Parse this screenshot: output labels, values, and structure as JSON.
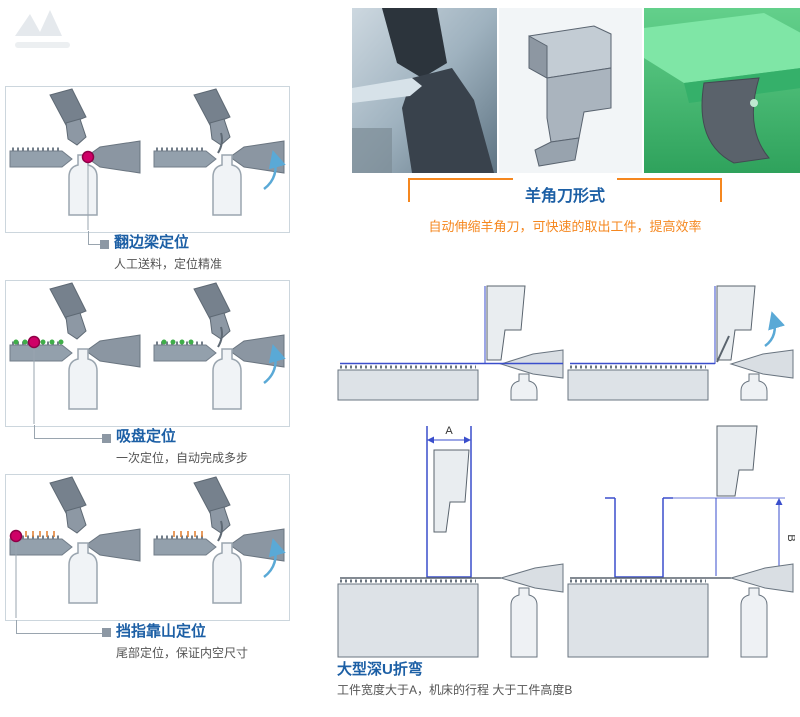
{
  "tool_section": {
    "title": "羊角刀形式",
    "description": "自动伸缩羊角刀，可快速的取出工件，提高效率"
  },
  "positioning_sections": [
    {
      "title": "翻边梁定位",
      "desc": "人工送料，定位精准"
    },
    {
      "title": "吸盘定位",
      "desc": "一次定位，自动完成多步"
    },
    {
      "title": "挡指靠山定位",
      "desc": "尾部定位，保证内空尺寸"
    }
  ],
  "deep_u_section": {
    "title": "大型深U折弯",
    "desc": "工件宽度大于A，机床的行程 大于工件高度B"
  },
  "dimensions": {
    "width_label": "A",
    "height_label": "B"
  },
  "colors": {
    "accent_blue": "#1c5fa5",
    "accent_orange": "#f5871f",
    "marker_magenta": "#cf0067",
    "suction_green": "#3fae49",
    "line_blue": "#3a4ecc",
    "arrow_blue": "#5aa9d6"
  }
}
